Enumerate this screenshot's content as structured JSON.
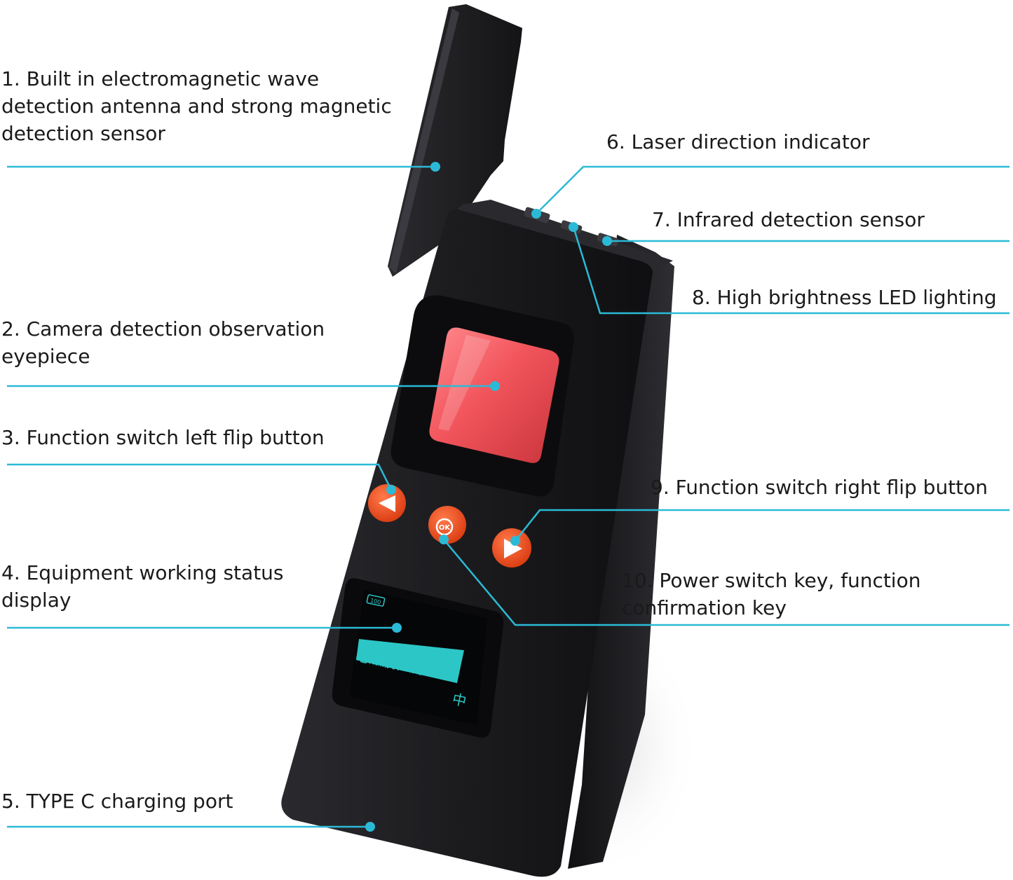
{
  "colors": {
    "leader_line": "#2bbad6",
    "device_body": "#1c1c1f",
    "device_edge": "#2c2c30",
    "eyepiece_red": "#f2555c",
    "button_orange": "#ef4a1c",
    "screen_cyan": "#2cc6c6"
  },
  "callouts": [
    {
      "id": "c1",
      "text": "1. Built in electromagnetic wave\ndetection antenna and strong magnetic\ndetection sensor"
    },
    {
      "id": "c2",
      "text": "2. Camera detection observation\neyepiece"
    },
    {
      "id": "c3",
      "text": "3. Function switch left flip button"
    },
    {
      "id": "c4",
      "text": "4. Equipment working status\ndisplay"
    },
    {
      "id": "c5",
      "text": "5. TYPE C charging port"
    },
    {
      "id": "c6",
      "text": "6. Laser direction indicator"
    },
    {
      "id": "c7",
      "text": "7. Infrared detection sensor"
    },
    {
      "id": "c8",
      "text": "8. High brightness LED lighting"
    },
    {
      "id": "c9",
      "text": "9. Function switch right flip button"
    },
    {
      "id": "c10",
      "text": "10. Power switch key, function\nconfirmation key"
    }
  ],
  "device": {
    "battery_label": "100",
    "screen_text": "电磁波检测",
    "level_text": "中",
    "ok_label": "OK"
  }
}
